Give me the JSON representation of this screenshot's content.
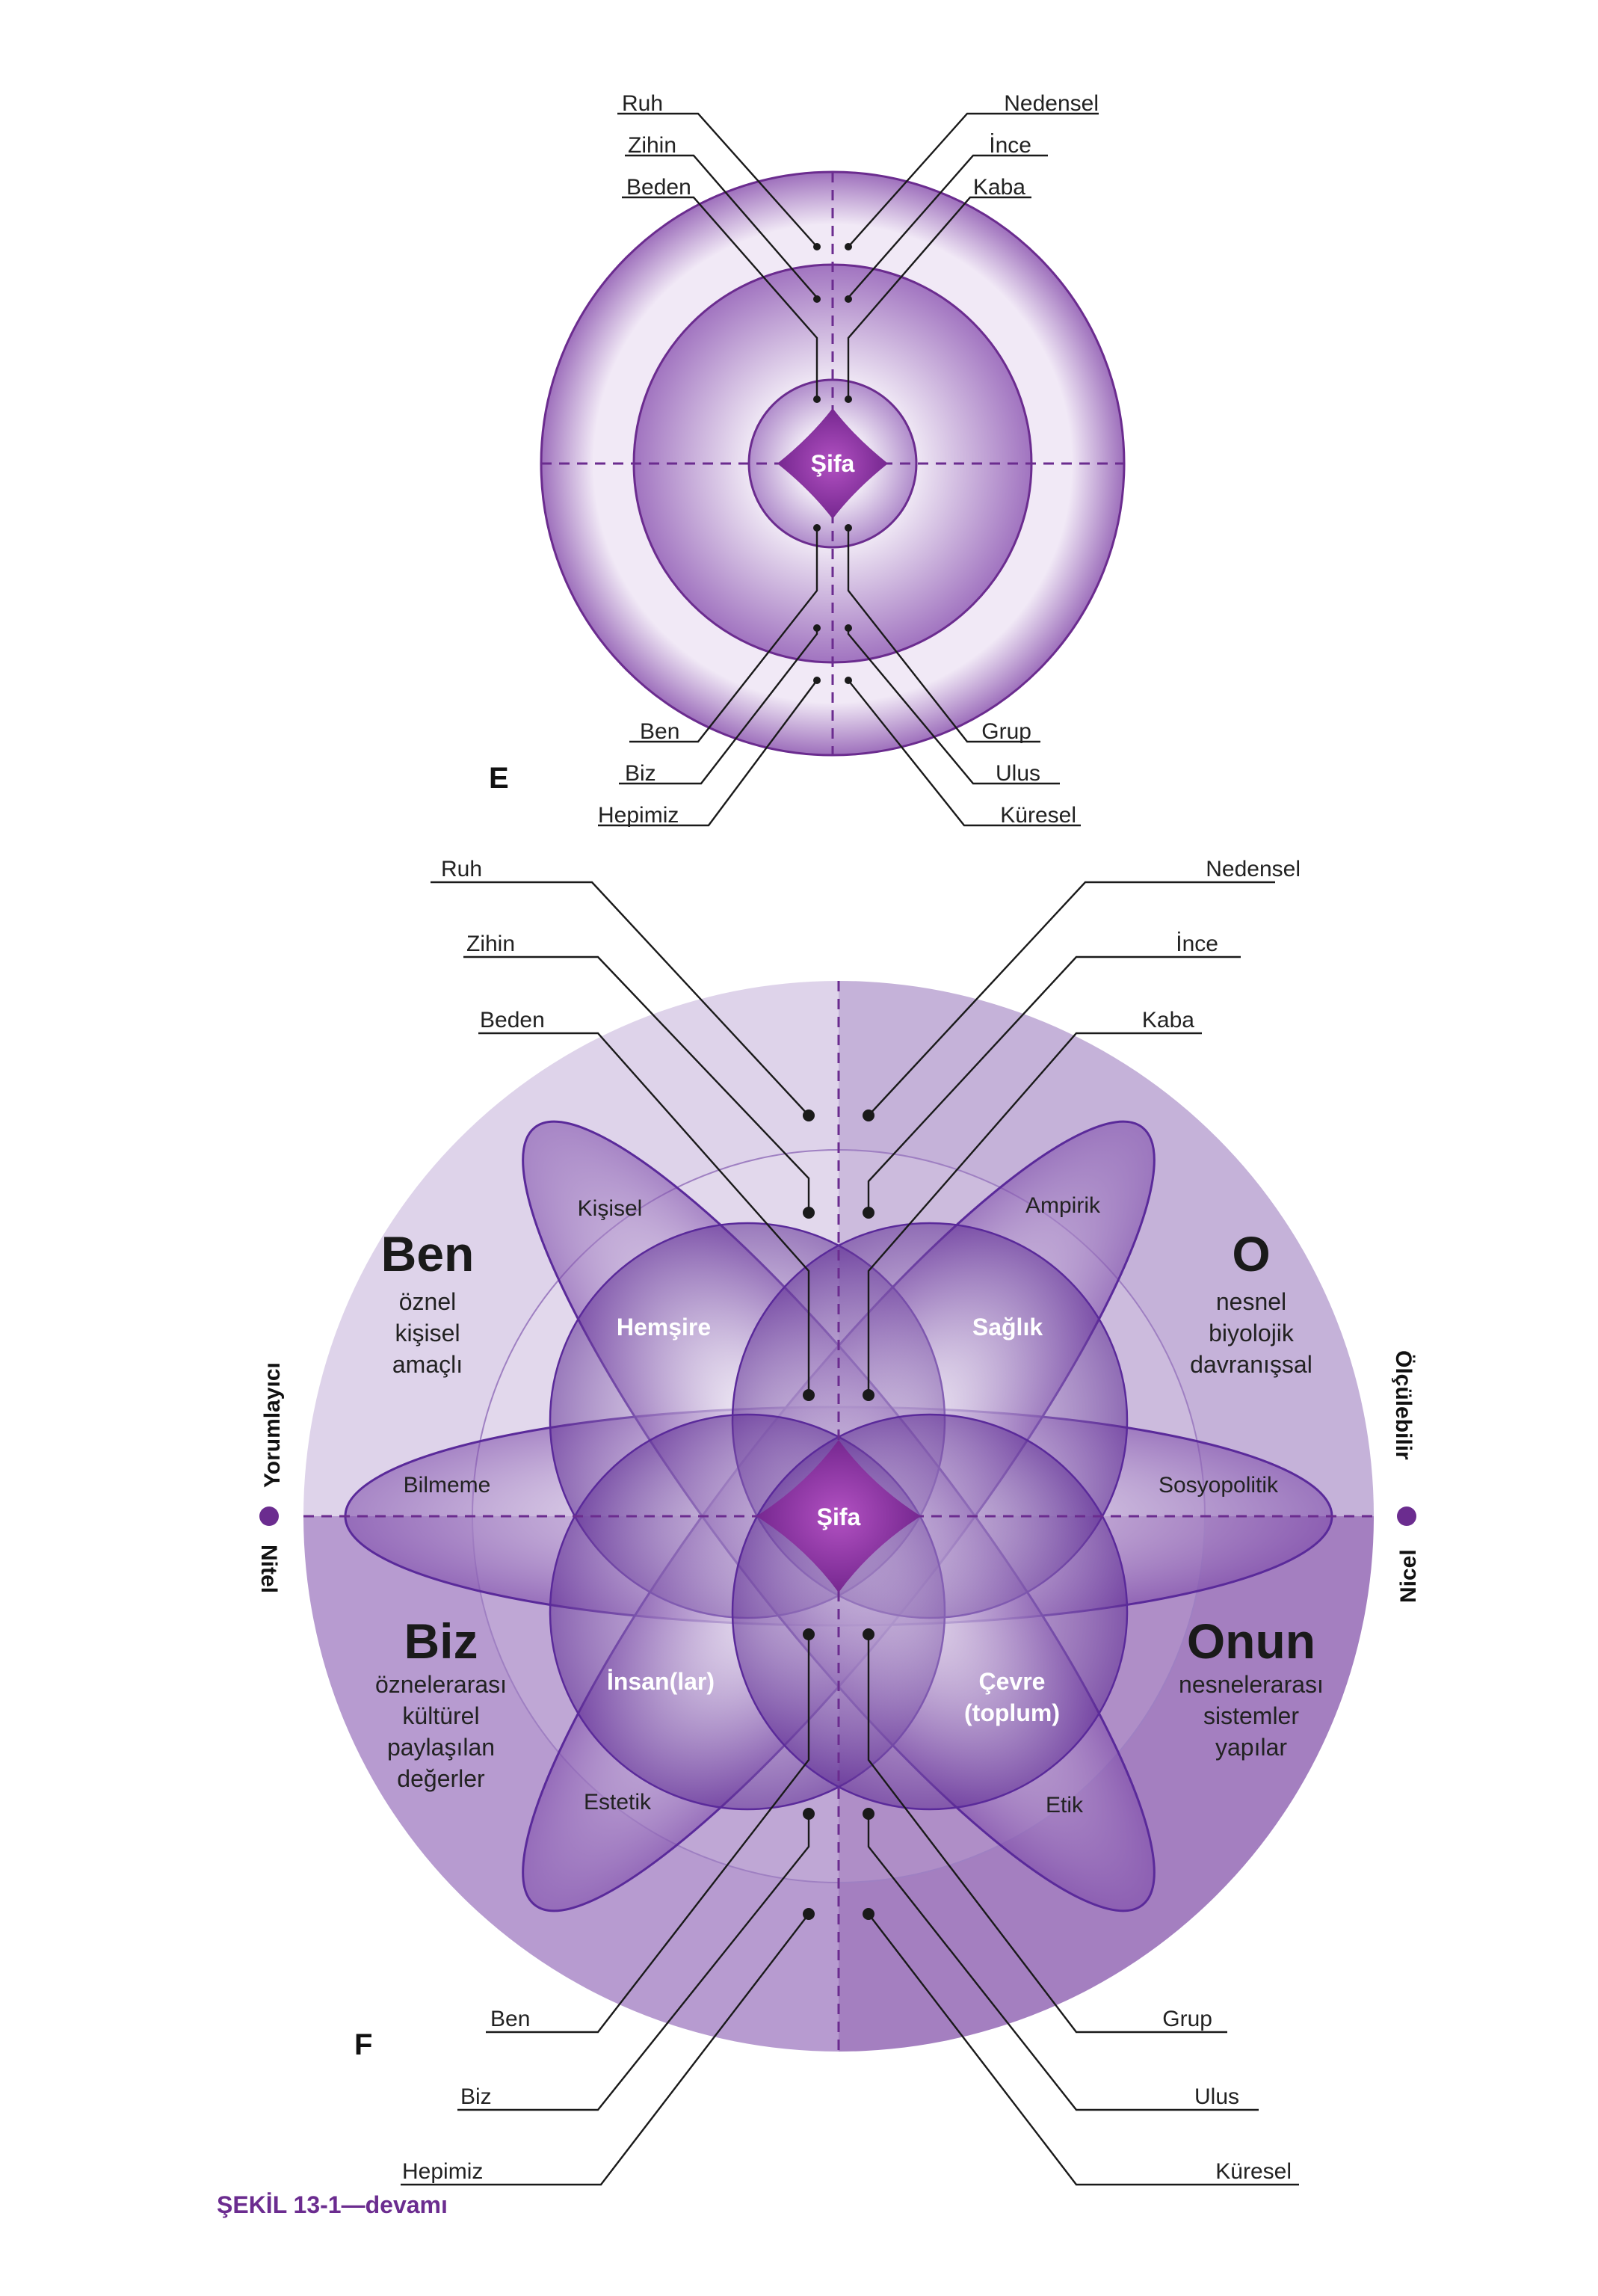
{
  "panel_e": {
    "letter": "E",
    "center": "Şifa",
    "top_left": [
      "Ruh",
      "Zihin",
      "Beden"
    ],
    "top_right": [
      "Nedensel",
      "İnce",
      "Kaba"
    ],
    "bottom_left": [
      "Ben",
      "Biz",
      "Hepimiz"
    ],
    "bottom_right": [
      "Grup",
      "Ulus",
      "Küresel"
    ]
  },
  "panel_f": {
    "letter": "F",
    "center": "Şifa",
    "top_left": [
      "Ruh",
      "Zihin",
      "Beden"
    ],
    "top_right": [
      "Nedensel",
      "İnce",
      "Kaba"
    ],
    "bottom_left": [
      "Ben",
      "Biz",
      "Hepimiz"
    ],
    "bottom_right": [
      "Grup",
      "Ulus",
      "Küresel"
    ],
    "quadrants": {
      "ul": {
        "title": "Ben",
        "lines": [
          "öznel",
          "kişisel",
          "amaçlı"
        ]
      },
      "ur": {
        "title": "O",
        "lines": [
          "nesnel",
          "biyolojik",
          "davranışsal"
        ]
      },
      "ll": {
        "title": "Biz",
        "lines": [
          "özneleraras ı",
          "kültürel",
          "paylaşılan",
          "değerler"
        ]
      },
      "lr": {
        "title": "Onun",
        "lines": [
          "nesnelerarası",
          "sistemler",
          "yapılar"
        ]
      }
    },
    "petals": {
      "ul": "Kişisel",
      "ur": "Ampirik",
      "left": "Bilmeme",
      "right": "Sosyopolitik",
      "ll": "Estetik",
      "lr": "Etik"
    },
    "inner": {
      "ul": "Hemşire",
      "ur": "Sağlık",
      "ll": "İnsan(lar)",
      "lr_1": "Çevre",
      "lr_2": "(toplum)"
    },
    "axes": {
      "left_top": "Yorumlayıcı",
      "left_bottom": "Nitel",
      "right_top": "Ölçülebilir",
      "right_bottom": "Nicel"
    }
  },
  "caption": "ŞEKİL 13-1—devamı",
  "colors": {
    "accent": "#6b2c8f",
    "light_quadrant": "#ded3ea",
    "mid_quadrant": "#c5b2d9",
    "dark_quadrant": "#a47fc0"
  }
}
